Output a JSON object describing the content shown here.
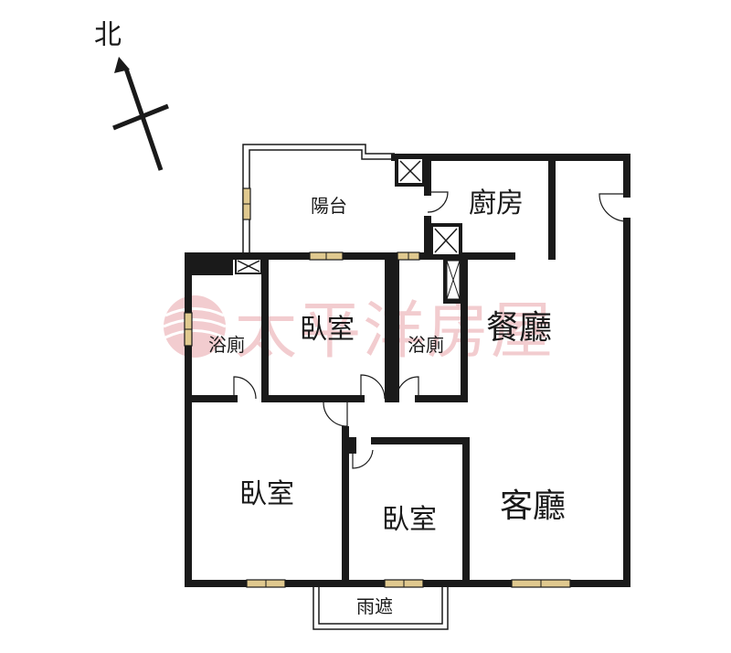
{
  "compass": {
    "north_label": "北",
    "icon": "north-arrow-icon"
  },
  "watermark": {
    "text": "太平洋房屋",
    "icon": "globe-logo-icon"
  },
  "rooms": {
    "balcony": "陽台",
    "kitchen": "廚房",
    "bath_left": "浴廁",
    "bedroom_top": "臥室",
    "bath_mid": "浴廁",
    "dining": "餐廳",
    "bedroom_left": "臥室",
    "bedroom_mid": "臥室",
    "living": "客廳",
    "canopy": "雨遮"
  },
  "colors": {
    "wall": "#1a1a1a",
    "window_fill": "#e0c98f",
    "watermark": "#e8a3a8"
  }
}
